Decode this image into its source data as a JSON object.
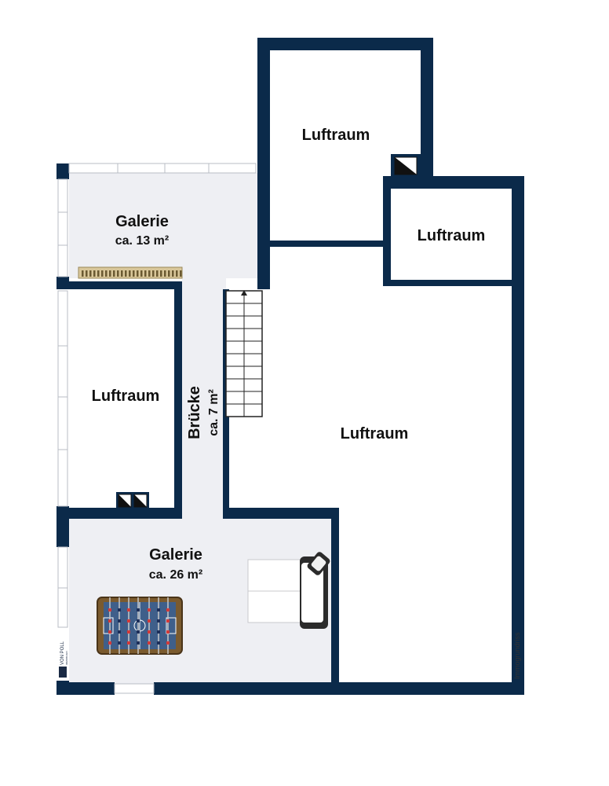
{
  "rooms": {
    "luftraum_top": {
      "name": "Luftraum"
    },
    "luftraum_right_small": {
      "name": "Luftraum"
    },
    "galerie_top": {
      "name": "Galerie",
      "area": "ca. 13 m²"
    },
    "luftraum_left": {
      "name": "Luftraum"
    },
    "bruecke": {
      "name": "Brücke",
      "area": "ca. 7 m²"
    },
    "luftraum_main": {
      "name": "Luftraum"
    },
    "galerie_bottom": {
      "name": "Galerie",
      "area": "ca. 26 m²"
    }
  },
  "vertical_note": "Immogrundriss",
  "logo": {
    "mark": "VP",
    "name": "VON POLL",
    "sub": "IMMOBILIEN"
  },
  "colors": {
    "wall": "#0b2a4a",
    "floor": "#eeeff3",
    "white": "#ffffff"
  },
  "icons": [
    "foosball-table-icon",
    "sofa-icon",
    "stairs-icon",
    "chimney-icon",
    "shelf-icon"
  ]
}
